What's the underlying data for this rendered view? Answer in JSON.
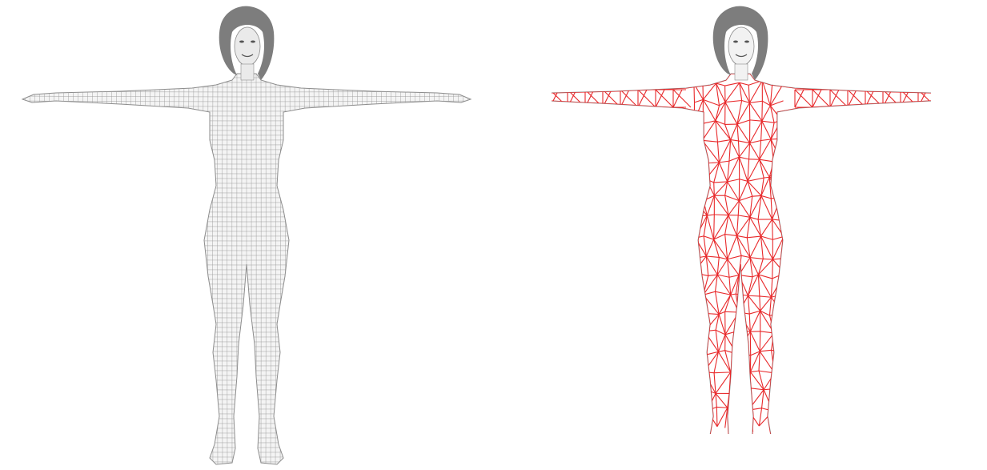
{
  "figure": {
    "panels": [
      {
        "id": "left",
        "content": "dense-mesh-body"
      },
      {
        "id": "right",
        "content": "coarse-triangle-cage-body"
      }
    ]
  },
  "colors": {
    "background": "#ffffff",
    "dense_mesh": "#9a9a9a",
    "hair": "#7d7d7d",
    "cage": "#e8282a",
    "outline": "#8c8c8c"
  }
}
